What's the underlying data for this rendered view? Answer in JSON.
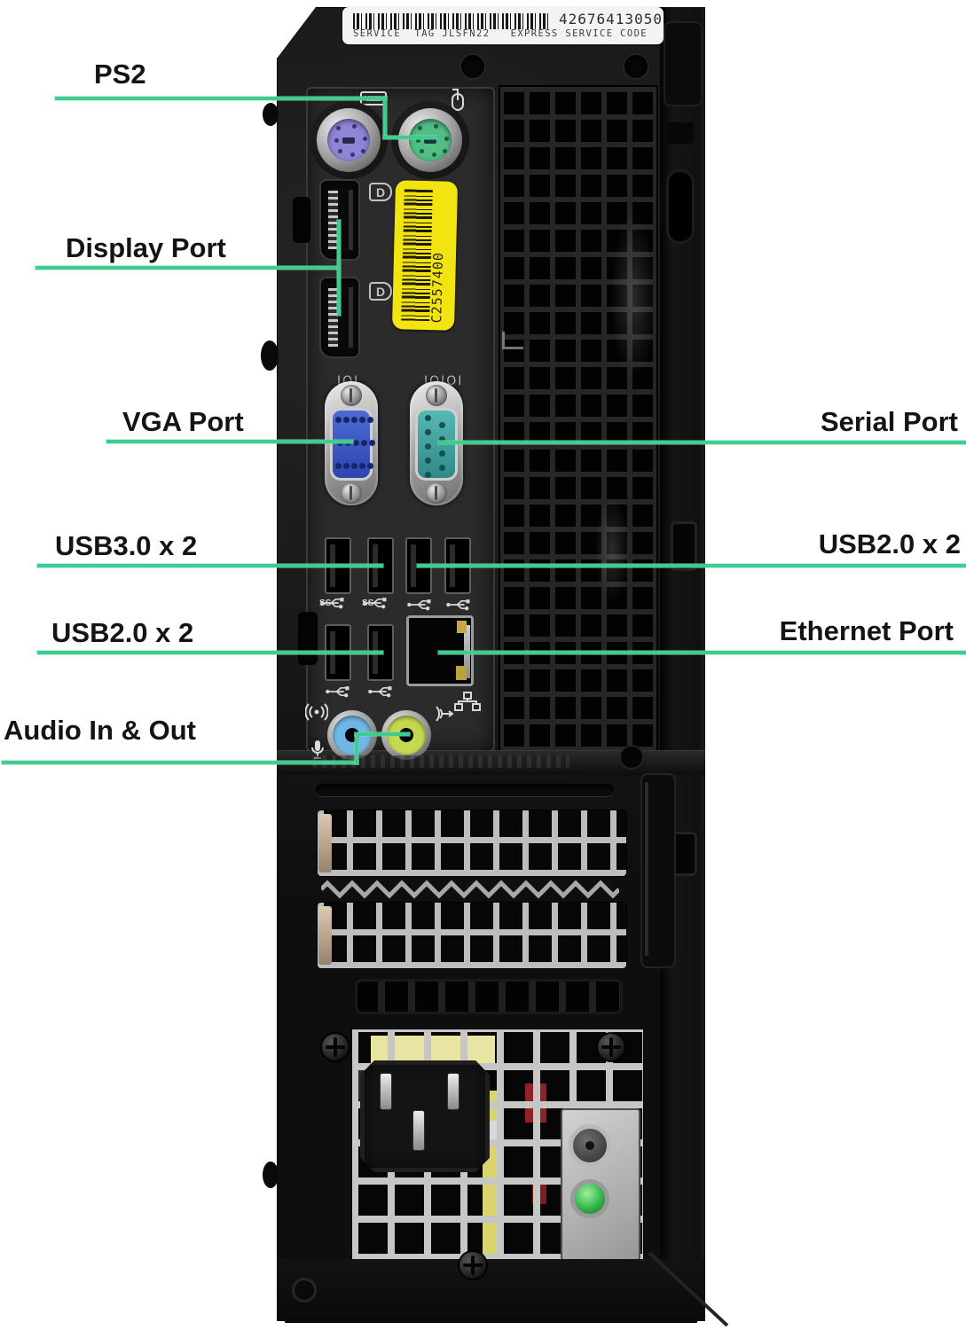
{
  "annotations": {
    "ps2": {
      "label": "PS2"
    },
    "display_port": {
      "label": "Display Port"
    },
    "vga": {
      "label": "VGA Port"
    },
    "serial": {
      "label": "Serial Port"
    },
    "usb3": {
      "label": "USB3.0 x 2"
    },
    "usb2_right": {
      "label": "USB2.0 x 2"
    },
    "usb2_left": {
      "label": "USB2.0 x 2"
    },
    "ethernet": {
      "label": "Ethernet Port"
    },
    "audio": {
      "label": "Audio In & Out"
    }
  },
  "stickers": {
    "express_service_code": "42676413050",
    "service_caption": "SERVICE  TAG JLSFN22   EXPRESS SERVICE CODE",
    "asset_tag": "C2557400"
  },
  "panel_markings": {
    "vga": "IOI",
    "serial": "IOIOI",
    "displayport_logo": "D",
    "usb3_ss": "SS"
  },
  "colors": {
    "annotation_line": "#3ecd8e",
    "ps2_keyboard_port": "#8f85d6",
    "ps2_mouse_port": "#52bd85",
    "vga_port": "#3f5fd0",
    "serial_port": "#4aa8a4",
    "audio_line_in": "#6fb7e8",
    "audio_line_out": "#c6d94e",
    "asset_tag_sticker": "#f2e410",
    "power_led": "#35b54a"
  },
  "icons": {
    "keyboard": "ps2-keyboard-icon",
    "mouse": "ps2-mouse-icon",
    "usb": "usb-trident-icon",
    "network": "ethernet-nodes-icon",
    "line_in": "audio-in-icon",
    "microphone": "mic-icon",
    "line_out": "audio-out-icon"
  }
}
